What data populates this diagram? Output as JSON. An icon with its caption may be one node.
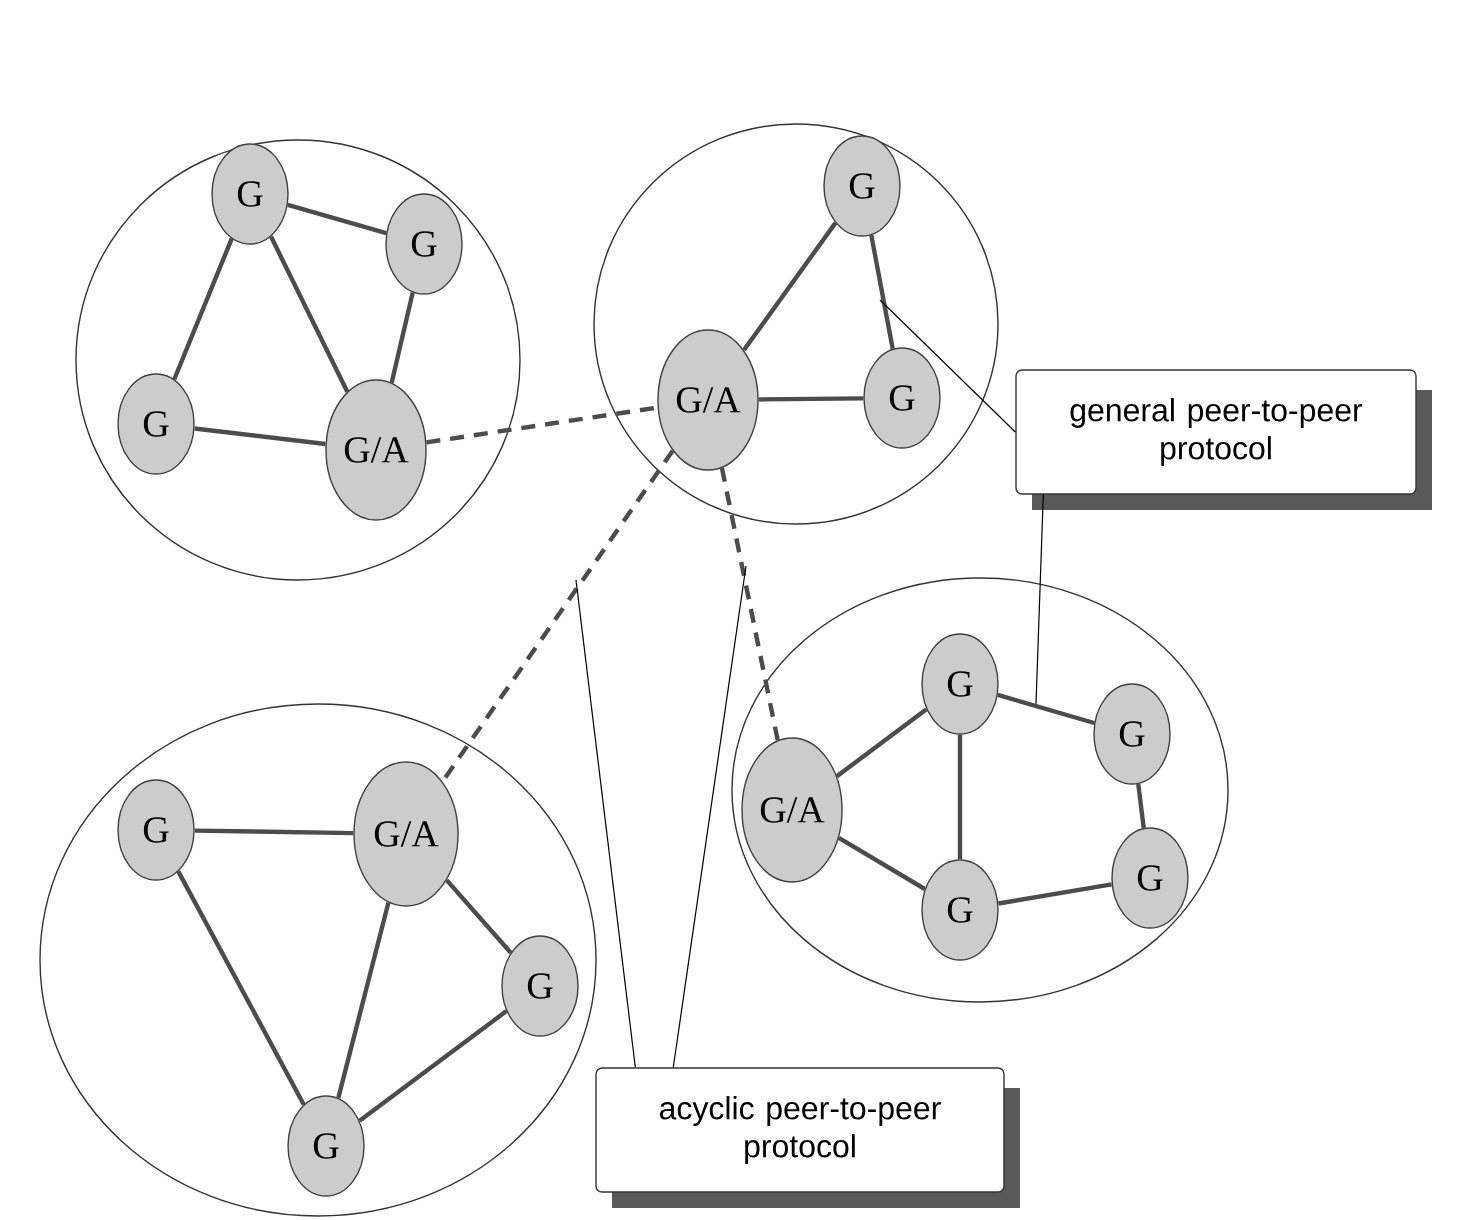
{
  "diagram": {
    "nodes": [
      {
        "text": [],
        "shape": "circle"
      },
      {
        "text": [
          "G"
        ],
        "in": 0
      },
      {
        "text": [
          "G"
        ],
        "in": 0
      },
      {
        "text": [
          "G"
        ],
        "in": 0
      },
      {
        "text": [
          "G/A"
        ],
        "in": 0
      },
      {
        "text": [],
        "shape": "circle"
      },
      {
        "text": [
          "G"
        ],
        "in": 5
      },
      {
        "text": [
          "G/A"
        ],
        "in": 5
      },
      {
        "text": [
          "G"
        ],
        "in": 5
      },
      {
        "text": [
          "general peer-to-peer protocol"
        ]
      },
      {
        "text": [],
        "shape": "circle"
      },
      {
        "text": [
          "G"
        ],
        "in": 10
      },
      {
        "text": [
          "G/A"
        ],
        "in": 10
      },
      {
        "text": [
          "G"
        ],
        "in": 10
      },
      {
        "text": [
          "G"
        ],
        "in": 10
      },
      {
        "text": [
          "G"
        ],
        "in": 10
      },
      {
        "text": [],
        "shape": "circle"
      },
      {
        "text": [
          "G"
        ],
        "in": 16
      },
      {
        "text": [
          "G/A"
        ],
        "in": 16
      },
      {
        "text": [
          "G"
        ],
        "in": 16
      },
      {
        "text": [
          "G"
        ],
        "in": 16
      },
      {
        "text": [
          "acyclic peer-to-peer protocol"
        ]
      }
    ],
    "edges": [
      {
        "from": 1,
        "to": 2,
        "arrow": "none"
      },
      {
        "from": 1,
        "to": 3,
        "arrow": "none"
      },
      {
        "from": 1,
        "to": 4,
        "arrow": "none"
      },
      {
        "from": 2,
        "to": 4,
        "arrow": "none"
      },
      {
        "from": 3,
        "to": 4,
        "arrow": "none"
      },
      {
        "from": 6,
        "to": 7,
        "arrow": "none"
      },
      {
        "from": 6,
        "to": 8,
        "arrow": "none"
      },
      {
        "from": 7,
        "to": 8,
        "arrow": "none"
      },
      {
        "from": 11,
        "to": 12,
        "arrow": "none"
      },
      {
        "from": 11,
        "to": 13,
        "arrow": "none"
      },
      {
        "from": 11,
        "to": 14,
        "arrow": "none"
      },
      {
        "from": 12,
        "to": 14,
        "arrow": "none"
      },
      {
        "from": 13,
        "to": 15,
        "arrow": "none"
      },
      {
        "from": 14,
        "to": 15,
        "arrow": "none"
      },
      {
        "from": 17,
        "to": 18,
        "arrow": "none"
      },
      {
        "from": 17,
        "to": 20,
        "arrow": "none"
      },
      {
        "from": 18,
        "to": 20,
        "arrow": "none"
      },
      {
        "from": 18,
        "to": 19,
        "arrow": "none"
      },
      {
        "from": 19,
        "to": 20,
        "arrow": "none"
      },
      {
        "from": 4,
        "to": 7,
        "arrow": "none",
        "style": "dashed"
      },
      {
        "from": 7,
        "to": 18,
        "arrow": "none",
        "style": "dashed"
      },
      {
        "from": 7,
        "to": 12,
        "arrow": "none",
        "style": "dashed"
      },
      {
        "from": 9,
        "to": null,
        "arrow": "none",
        "color": "#000000"
      },
      {
        "from": 9,
        "to": null,
        "arrow": "none",
        "color": "#000000"
      },
      {
        "from": 21,
        "to": null,
        "arrow": "none",
        "color": "#000000"
      },
      {
        "from": 21,
        "to": null,
        "arrow": "none",
        "color": "#000000"
      }
    ]
  }
}
